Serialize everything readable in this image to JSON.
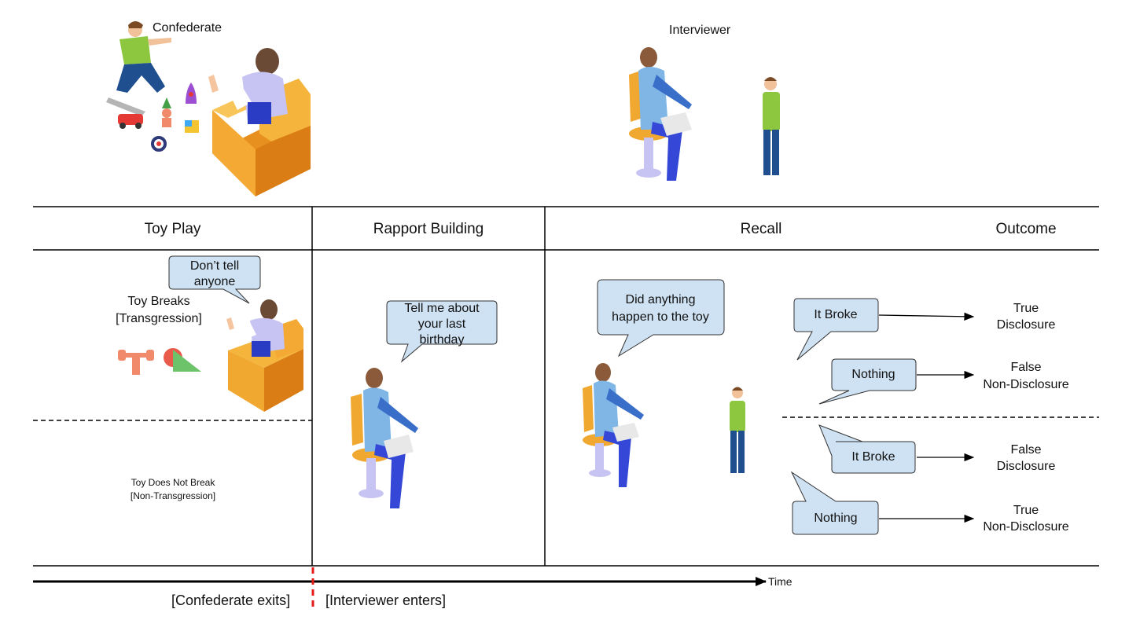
{
  "top": {
    "confederate_label": "Confederate",
    "interviewer_label": "Interviewer"
  },
  "headers": {
    "toy_play": "Toy Play",
    "rapport": "Rapport Building",
    "recall": "Recall",
    "outcome": "Outcome"
  },
  "toy_play": {
    "bubble_line1": "Don’t tell",
    "bubble_line2": "anyone",
    "breaks_line1": "Toy Breaks",
    "breaks_line2": "[Transgression]",
    "no_break_line1": "Toy Does Not Break",
    "no_break_line2": "[Non-Transgression]"
  },
  "rapport": {
    "bubble_line1": "Tell me about",
    "bubble_line2": "your last",
    "bubble_line3": "birthday"
  },
  "recall": {
    "question_line1": "Did anything",
    "question_line2": "happen to the toy",
    "answers": [
      "It Broke",
      "Nothing",
      "It Broke",
      "Nothing"
    ]
  },
  "outcomes": [
    {
      "line1": "True",
      "line2": "Disclosure"
    },
    {
      "line1": "False",
      "line2": "Non-Disclosure"
    },
    {
      "line1": "False",
      "line2": "Disclosure"
    },
    {
      "line1": "True",
      "line2": "Non-Disclosure"
    }
  ],
  "timeline": {
    "time_label": "Time",
    "confederate_exits": "[Confederate exits]",
    "interviewer_enters": "[Interviewer enters]"
  },
  "colors": {
    "bubble_fill": "#cfe2f3",
    "marker_red": "#e31b1b",
    "chair_orange": "#f0a830",
    "shirt_green": "#8dc63f",
    "shirt_blue": "#7fb6e6",
    "lavender": "#c7c3f2"
  }
}
